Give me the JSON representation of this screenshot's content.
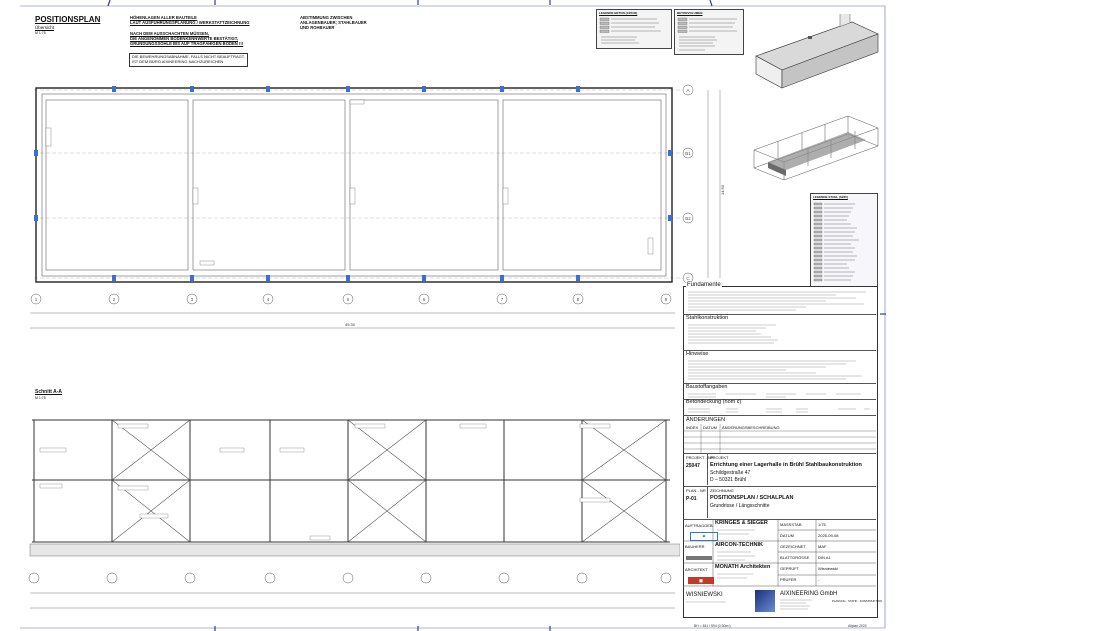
{
  "plan_title": "POSITIONSPLAN",
  "plan_subtitle": "Übersicht",
  "plan_scale": "M 1:75",
  "notes": [
    "HÖHENLAGEN ALLER BAUTEILE\nLAUT AUSFÜHRUNGSPLANUNG / WERKSTATTZEICHNUNG",
    "NACH DEM AUSSCHACHTEN MÜSSEN,\nDIE ANGENOMMEN BODENKENNWERTE BESTÄTIGT,\nGRÜNDUNGSSOHLE BIS AUF TRAGFÄHIGEN BODEN !!!",
    "DIE BEWEHRUNGSABNAHME, FALLS NICHT BEAUFTRAGT,\nIST DEM BÜRO AIXINEERING NACHZUREICHEN"
  ],
  "coordination_note": "ABSTIMMUNG ZWISCHEN\nANLAGENBAUER; STAHLBAUER\nUND ROHBAUER",
  "legend_beton_title": "LEGENDE BETON (C25/30)",
  "legend_beton_volumen_title": "BETONVOLUMEN",
  "legend_stahl_title": "LEGENDE STAHL (S235)",
  "section_title": "Schnitt A-A",
  "section_scale": "M 1:75",
  "grid_axes_numbers": [
    "1",
    "2",
    "3",
    "4",
    "5",
    "6",
    "7",
    "8",
    "9"
  ],
  "grid_axes_letters": [
    "A",
    "B1",
    "B2",
    "C"
  ],
  "dimension_total": "45.30",
  "dimension_width": "14.50",
  "sections": {
    "fundamente": "Fundamente",
    "stahlkonstruktion": "Stahlkonstruktion",
    "hinweise": "Hinweise",
    "baustoffangaben": "Baustoffangaben",
    "betondeckung": "Betondeckung  (nom c)",
    "aenderungen": "ÄNDERUNGEN"
  },
  "changes_header": {
    "index": "INDEX",
    "datum": "DATUM",
    "desc": "ÄNDERUNGSBESCHREIBUNG"
  },
  "project": {
    "nr_label": "PROJEKT - NR",
    "nr": "25047",
    "label": "PROJEKT",
    "name": "Errichtung einer Lagerhalle in Brühl Stahlbaukonstruktion",
    "street": "Schildgestraße 47",
    "city": "D – 50321 Brühl"
  },
  "plan": {
    "nr_label": "PLAN - NR",
    "nr": "P-01",
    "label": "ZEICHNUNG",
    "name": "POSITIONSPLAN / SCHALPLAN",
    "desc": "Grundrisse / Längsschnitte"
  },
  "parties": {
    "auftraggeber_label": "AUFTRAGGEB.",
    "auftraggeber": "KRINGES & SIEGER",
    "bauherr_label": "BAUHERR",
    "bauherr": "AIRCON-TECHNIK",
    "architekt_label": "ARCHITEKT",
    "architekt": "MONATH Architekten"
  },
  "meta": {
    "massstab_label": "MASSSTAB",
    "massstab": "1/75",
    "datum_label": "DATUM",
    "datum": "2025-09-08",
    "gezeichnet_label": "GEZEICHNET",
    "gezeichnet": "MAF",
    "blatt_label": "BLATTGRÖSSE",
    "blatt": "DIN A1",
    "geprueft_label": "GEPRÜFT",
    "geprueft": "Wisniewski",
    "pruefer_label": "PRÜFER",
    "pruefer": "-"
  },
  "company": {
    "left": "WISNIEWSKI",
    "right": "AIXINEERING",
    "right_suffix": "GmbH",
    "right_tagline": "PLANUNG · STATIK · KONSTRUKTION"
  },
  "footer": {
    "size": "BH = 841 / 594 (0.50m²)",
    "software": "Allplan 2020"
  }
}
